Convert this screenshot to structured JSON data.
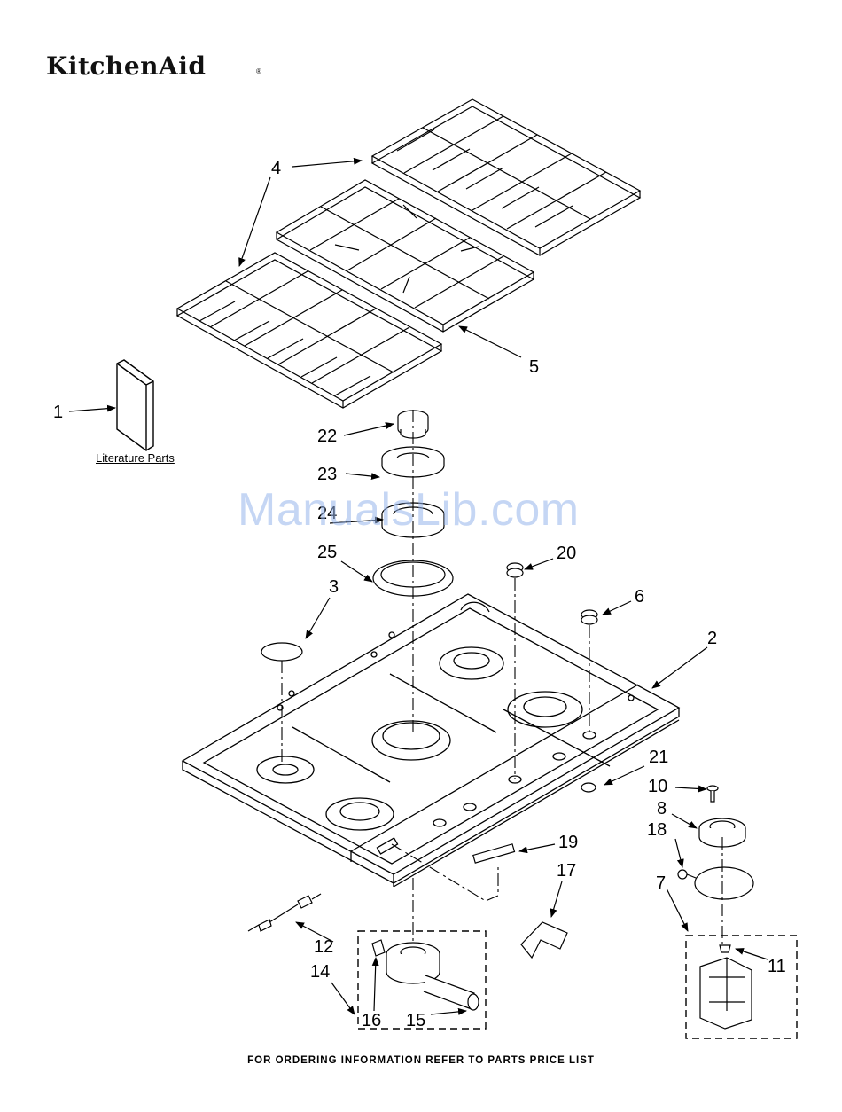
{
  "header": {
    "brand": "KitchenAid",
    "registered_mark": "®"
  },
  "watermark": "ManualsLib.com",
  "literature_label": "Literature Parts",
  "footer": "FOR ORDERING INFORMATION REFER TO PARTS PRICE LIST",
  "callouts": [
    "1",
    "2",
    "3",
    "4",
    "5",
    "6",
    "7",
    "8",
    "10",
    "11",
    "12",
    "14",
    "15",
    "16",
    "17",
    "18",
    "19",
    "20",
    "21",
    "22",
    "23",
    "24",
    "25"
  ]
}
